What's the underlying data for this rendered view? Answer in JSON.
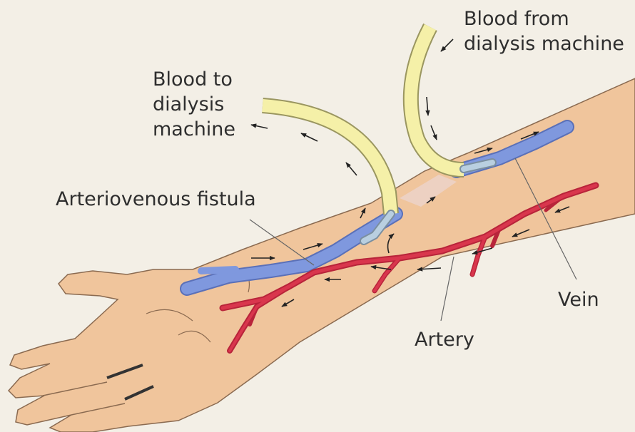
{
  "labels": {
    "blood_to": "Blood to\ndialysis\nmachine",
    "blood_from": "Blood from\ndialysis machine",
    "fistula": "Arteriovenous fistula",
    "vein": "Vein",
    "artery": "Artery"
  },
  "colors": {
    "background": "#f3efe6",
    "skin": "#f0c59c",
    "skin_outline": "#8a6a50",
    "vein": "#7f98de",
    "artery": "#d9364d",
    "tube": "#f5f0a8",
    "tube_outline": "#9a9660",
    "needle": "#b9cfe0",
    "arrow": "#222222"
  }
}
